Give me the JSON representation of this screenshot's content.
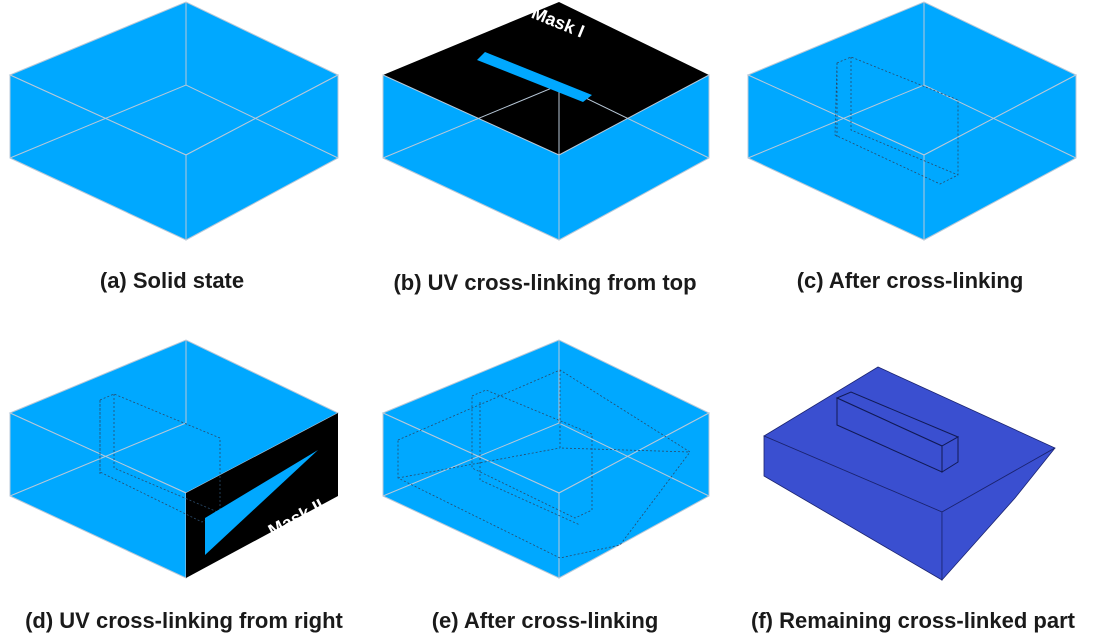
{
  "colors": {
    "solid": "#00a8ff",
    "mask": "#000000",
    "crosslinked": "#3a4fd0",
    "caption": "#1a1a1a"
  },
  "panels": {
    "a": {
      "caption": "(a) Solid state"
    },
    "b": {
      "caption": "(b) UV cross-linking from top",
      "mask_label": "Mask I"
    },
    "c": {
      "caption": "(c) After cross-linking"
    },
    "d": {
      "caption": "(d) UV cross-linking from right",
      "mask_label": "Mask II"
    },
    "e": {
      "caption": "(e) After cross-linking"
    },
    "f": {
      "caption": "(f) Remaining cross-linked part"
    }
  }
}
